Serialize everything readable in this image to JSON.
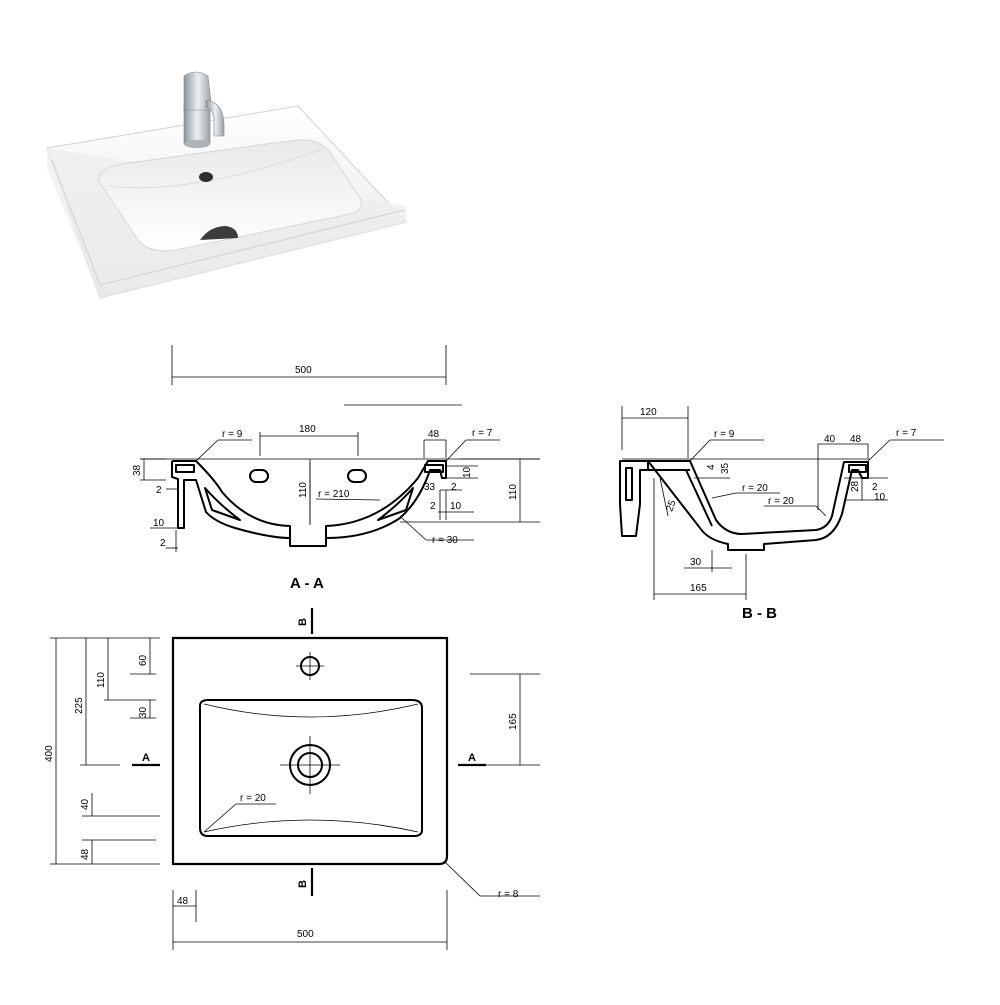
{
  "diagram": {
    "colors": {
      "line": "#000000",
      "background": "#ffffff",
      "ceramic": "#f2f2f2",
      "chrome": "#b9bec4"
    },
    "photo": {
      "icon": "washbasin-with-faucet-photo"
    },
    "section_aa": {
      "title": "A - A",
      "dims": {
        "overall_width": "500",
        "tap_spacing": "180",
        "rim_radius": "r = 9",
        "right_radius": "r = 7",
        "edge_width": "48",
        "rim_height": "38",
        "depth_inner": "110",
        "depth_outer": "110",
        "bowl_radius": "r = 210",
        "bottom_radius": "r = 30",
        "wall_33": "33",
        "gap_2a": "2",
        "gap_10a": "10",
        "left_2a": "2",
        "left_10": "10",
        "left_2b": "2",
        "right_2": "2",
        "right_10": "10"
      }
    },
    "section_bb": {
      "title": "B - B",
      "dims": {
        "back_width": "120",
        "rim_radius": "r = 9",
        "right_radius": "r = 7",
        "d40": "40",
        "d48": "48",
        "d4": "4",
        "d35": "35",
        "r20a": "r = 20",
        "r20b": "r = 20",
        "d25": "25",
        "d28": "28",
        "d2": "2",
        "d10": "10",
        "d30": "30",
        "d165": "165"
      }
    },
    "plan": {
      "marker_a_left": "A",
      "marker_a_right": "A",
      "marker_b_top": "B",
      "marker_b_bottom": "B",
      "dims": {
        "depth_total": "400",
        "to_center": "225",
        "tap_offset": "110",
        "hole_60": "60",
        "d30": "30",
        "d40": "40",
        "d48": "48",
        "d165": "165",
        "bowl_radius": "r = 20",
        "corner_radius": "r = 8",
        "bottom_48": "48",
        "width_total": "500"
      }
    }
  }
}
